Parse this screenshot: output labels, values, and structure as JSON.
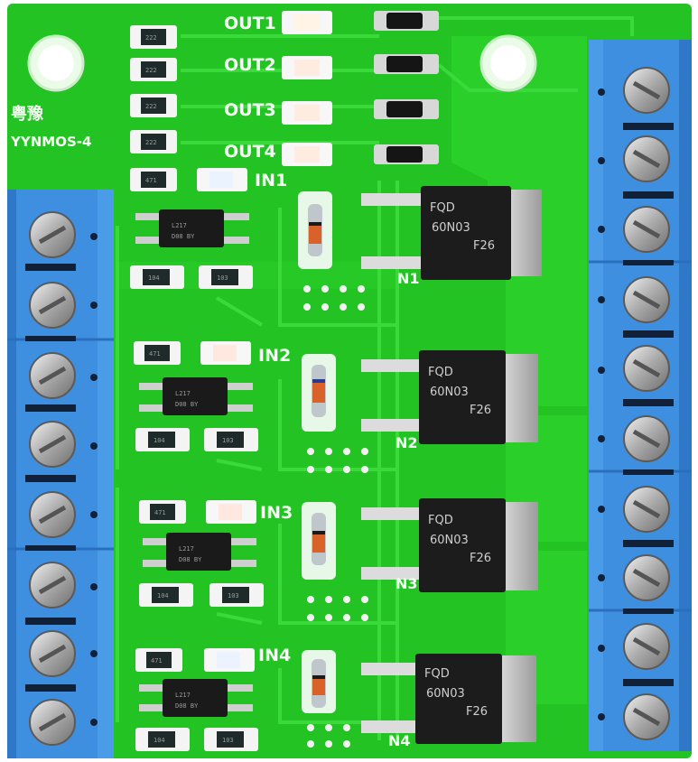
{
  "board": {
    "brand_cn": "粤豫",
    "model": "YYNMOS-4",
    "outputs": [
      "OUT1",
      "OUT2",
      "OUT3",
      "OUT4"
    ],
    "inputs": [
      "IN1",
      "IN2",
      "IN3",
      "IN4"
    ],
    "channels": [
      {
        "led_code": "471",
        "pull_code": "104",
        "base_code": "103",
        "opto_line1": "L217",
        "opto_line2": "D08 BY",
        "mosfet_line1": "FQD",
        "mosfet_line2": "60N03",
        "mosfet_line3": "F26",
        "mosfet_pin_label": "N1"
      },
      {
        "led_code": "471",
        "pull_code": "104",
        "base_code": "103",
        "opto_line1": "L217",
        "opto_line2": "D08 BY",
        "mosfet_line1": "FQD",
        "mosfet_line2": "60N03",
        "mosfet_line3": "F26",
        "mosfet_pin_label": "N2"
      },
      {
        "led_code": "471",
        "pull_code": "104",
        "base_code": "103",
        "opto_line1": "L217",
        "opto_line2": "D08 BY",
        "mosfet_line1": "FQD",
        "mosfet_line2": "60N03",
        "mosfet_line3": "F26",
        "mosfet_pin_label": "N3"
      },
      {
        "led_code": "471",
        "pull_code": "104",
        "base_code": "103",
        "opto_line1": "L217",
        "opto_line2": "D08 BY",
        "mosfet_line1": "FQD",
        "mosfet_line2": "60N03",
        "mosfet_line3": "F26",
        "mosfet_pin_label": "N4"
      }
    ],
    "led_resistor_codes": [
      "222",
      "222",
      "222",
      "222"
    ],
    "colors": {
      "pcb": "#22c322",
      "trace": "#34d634",
      "terminal": "#3f8fe0",
      "mosfet": "#1c1c1c",
      "silkscreen": "#f4fff4"
    }
  }
}
